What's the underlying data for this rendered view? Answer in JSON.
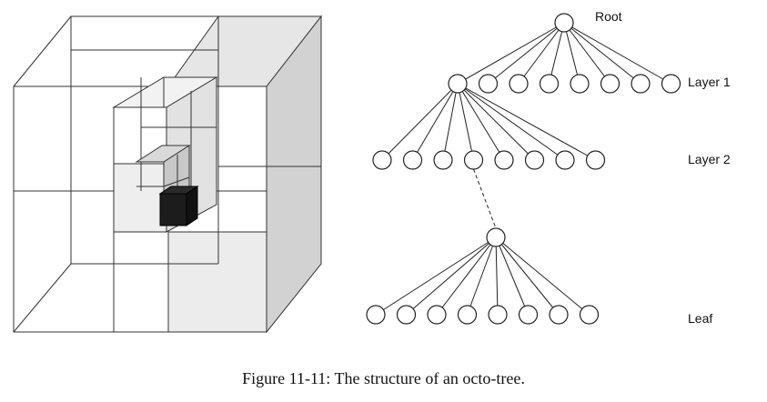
{
  "tree": {
    "root_label": "Root",
    "layer1_label": "Layer 1",
    "layer2_label": "Layer 2",
    "leaf_label": "Leaf",
    "children_per_node": 8
  },
  "caption": "Figure 11-11: The structure of an octo-tree."
}
